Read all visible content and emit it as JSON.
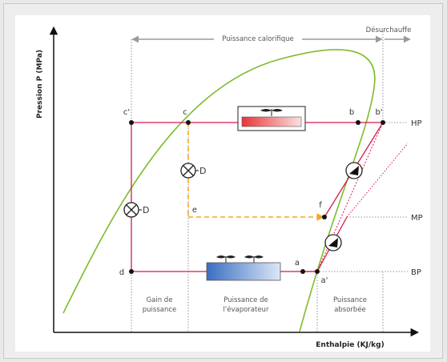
{
  "diagram": {
    "y_axis_label": "Pression P (MPa)",
    "x_axis_label": "Enthalpie (KJ/kg)",
    "top_labels": {
      "heating_power": "Puissance calorifique",
      "superheat": "Désurchauffe"
    },
    "pressure_levels": {
      "high": "HP",
      "mid": "MP",
      "low": "BP"
    },
    "points": {
      "c_prime": "c'",
      "c": "c",
      "b": "b",
      "b_prime": "b'",
      "e": "e",
      "f": "f",
      "d": "d",
      "a": "a",
      "a_prime": "a'"
    },
    "bottom_labels": {
      "gain_line1": "Gain de",
      "gain_line2": "puissance",
      "evap_line1": "Puissance de",
      "evap_line2": "l'évaporateur",
      "absorbed_line1": "Puissance",
      "absorbed_line2": "absorbée"
    },
    "valve_symbol": "D",
    "colors": {
      "cycle": "#d6194b",
      "dome": "#7dbb2b",
      "injection": "#f5a623",
      "arrow_gray": "#9a9a9a",
      "condenser_fill": "#e8343a",
      "evaporator_fill": "#3a6ec1"
    },
    "icons": [
      "fan-icon",
      "expansion-valve-icon",
      "compressor-icon"
    ]
  }
}
